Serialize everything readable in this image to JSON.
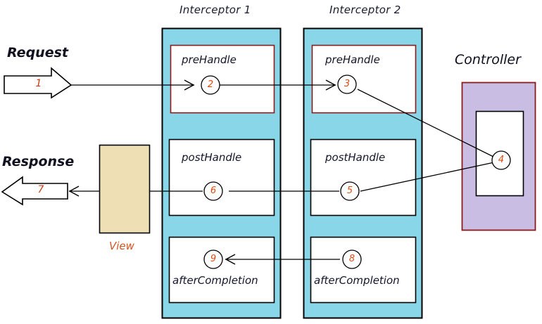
{
  "diagram": {
    "title_interceptor_1": "Interceptor 1",
    "title_interceptor_2": "Interceptor 2",
    "title_controller": "Controller",
    "label_request": "Request",
    "label_response": "Response",
    "label_view": "View",
    "methods": {
      "pre_handle": "preHandle",
      "post_handle": "postHandle",
      "after_completion": "afterCompletion"
    },
    "steps": {
      "s1": "1",
      "s2": "2",
      "s3": "3",
      "s4": "4",
      "s5": "5",
      "s6": "6",
      "s7": "7",
      "s8": "8",
      "s9": "9"
    },
    "colors": {
      "interceptor_fill": "#89d6e8",
      "interceptor_stroke": "#000000",
      "prehandle_stroke": "#8b1a1a",
      "box_stroke": "#000000",
      "box_fill": "#ffffff",
      "controller_fill": "#c9bde4",
      "controller_stroke": "#8b1a1a",
      "view_fill": "#eede b5",
      "view_fill_hex": "#eedfb4",
      "number_color": "#e04a10",
      "line_color": "#000000",
      "text_color": "#101020"
    }
  }
}
